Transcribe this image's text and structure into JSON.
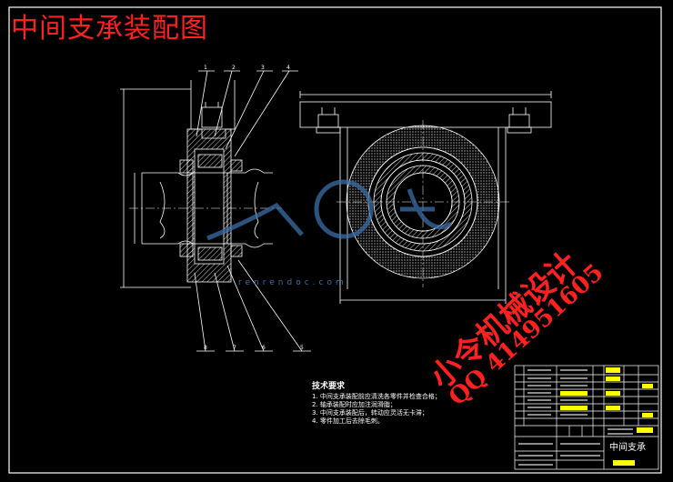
{
  "drawing": {
    "red_title": "中间支承装配图",
    "part_name": "中间支承",
    "watermark_line1": "小令机械设计",
    "watermark_line2": "QQ 414951605",
    "watermark_site": "renrendoc.com"
  },
  "technical_requirements": {
    "heading": "技术要求",
    "items": [
      "1. 中间支承装配前应清洗各零件并检查合格；",
      "2. 轴承装配时应加注润滑脂；",
      "3. 中间支承装配后，转动应灵活无卡滞；",
      "4. 零件加工后去除毛刺。"
    ]
  },
  "callouts": {
    "top": [
      "1",
      "2",
      "3",
      "4"
    ],
    "bottom": [
      "8",
      "7",
      "6",
      "5"
    ]
  },
  "colors": {
    "background": "#000000",
    "lines": "#ffffff",
    "title_red": "#ff2020",
    "highlight_yellow": "#ffff00",
    "watermark_blue": "#3a6fa8"
  }
}
